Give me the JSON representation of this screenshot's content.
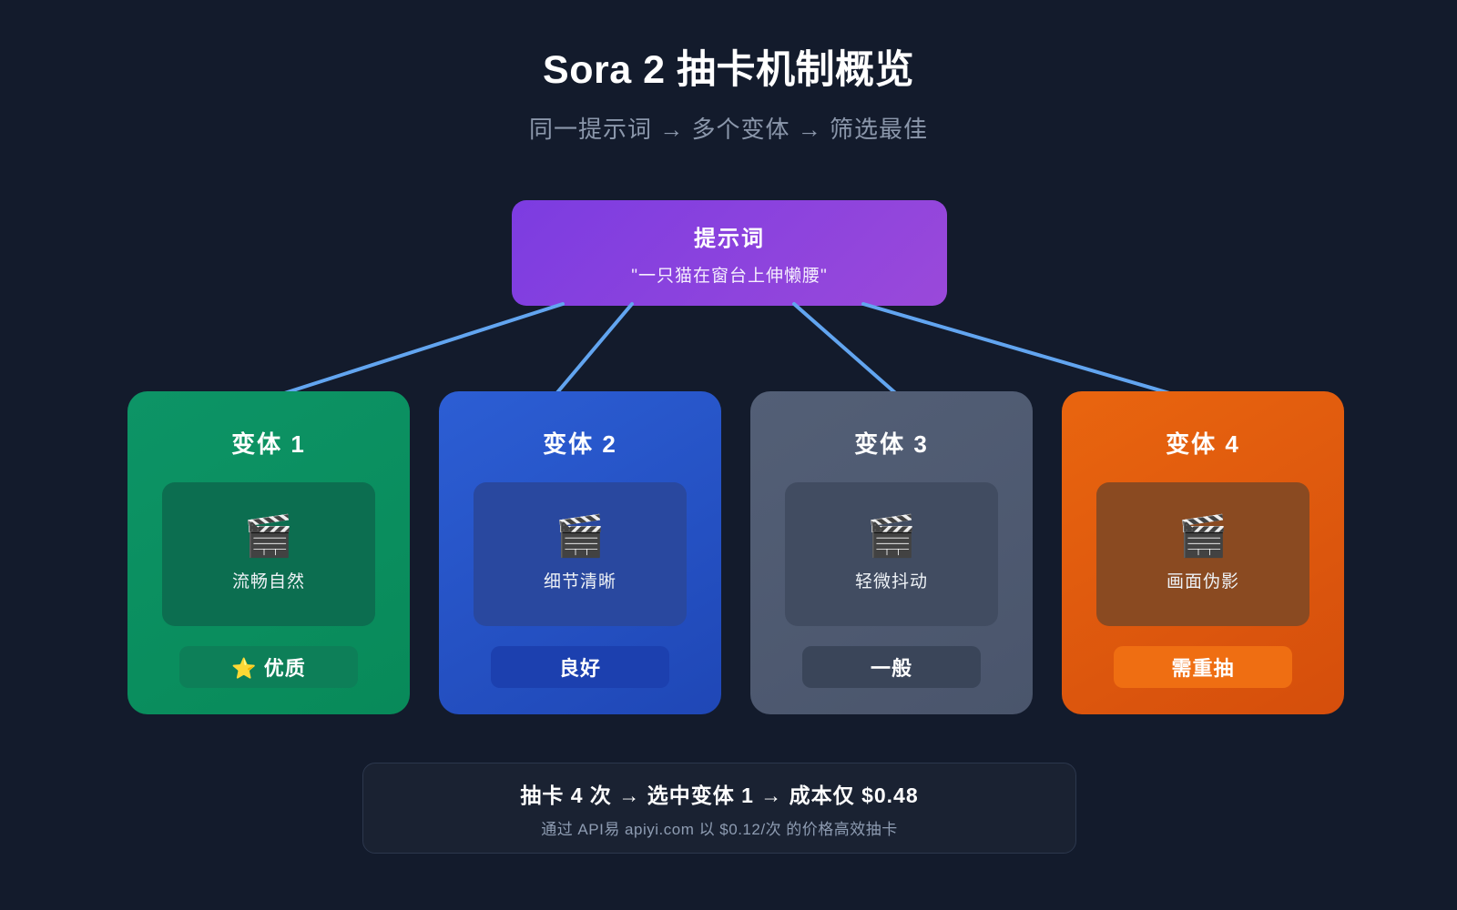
{
  "page": {
    "background": "#131b2c"
  },
  "header": {
    "title": "Sora 2 抽卡机制概览",
    "subtitle": "同一提示词 → 多个变体 → 筛选最佳"
  },
  "prompt": {
    "label": "提示词",
    "text": "\"一只猫在窗台上伸懒腰\"",
    "color_start": "#7c3ce1",
    "color_end": "#9a49da"
  },
  "connector": {
    "color": "#62a5f0"
  },
  "cards": [
    {
      "title": "变体 1",
      "icon": "🎬",
      "caption": "流畅自然",
      "badge": "⭐ 优质",
      "bg1": "#0d9466",
      "bg2": "#088a59",
      "inner": "#0c6e50",
      "badge_bg": "#0d7f58"
    },
    {
      "title": "变体 2",
      "icon": "🎬",
      "caption": "细节清晰",
      "badge": "良好",
      "bg1": "#2c5ed4",
      "bg2": "#1f47b6",
      "inner": "#29489f",
      "badge_bg": "#1c40af"
    },
    {
      "title": "变体 3",
      "icon": "🎬",
      "caption": "轻微抖动",
      "badge": "一般",
      "bg1": "#535f76",
      "bg2": "#4a556c",
      "inner": "#414c61",
      "badge_bg": "#3a4559"
    },
    {
      "title": "变体 4",
      "icon": "🎬",
      "caption": "画面伪影",
      "badge": "需重抽",
      "bg1": "#e9650f",
      "bg2": "#d54e0c",
      "inner": "#8a4a21",
      "badge_bg": "#ef6e12"
    }
  ],
  "summary": {
    "line1": "抽卡 4 次 → 选中变体 1 → 成本仅 $0.48",
    "line2": "通过 API易 apiyi.com 以 $0.12/次 的价格高效抽卡"
  }
}
